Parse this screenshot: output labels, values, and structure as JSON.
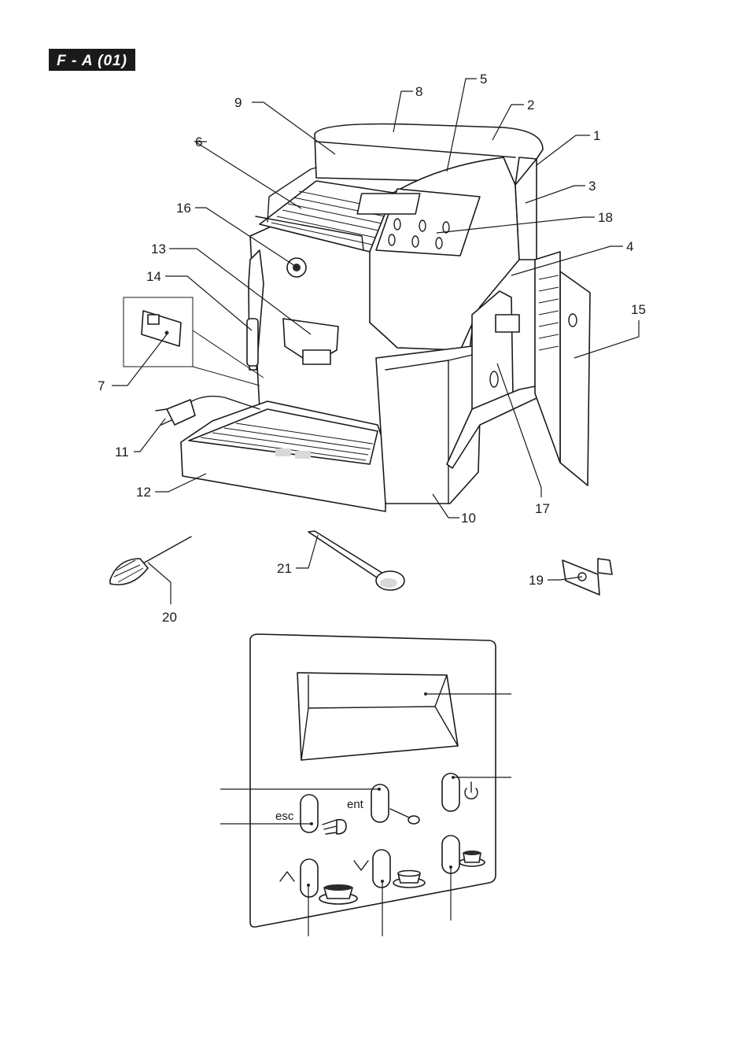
{
  "badge": "F - A (01)",
  "part_labels": {
    "p1": "1",
    "p2": "2",
    "p3": "3",
    "p4": "4",
    "p5": "5",
    "p6": "6",
    "p7": "7",
    "p8": "8",
    "p9": "9",
    "p10": "10",
    "p11": "11",
    "p12": "12",
    "p13": "13",
    "p14": "14",
    "p15": "15",
    "p16": "16",
    "p17": "17",
    "p18": "18",
    "p19": "19",
    "p20": "20",
    "p21": "21"
  },
  "panel": {
    "esc": "esc",
    "ent": "ent"
  },
  "colors": {
    "line": "#1a1a1a",
    "badge_bg": "#1a1a1a",
    "shade": "#d8d8d8"
  }
}
